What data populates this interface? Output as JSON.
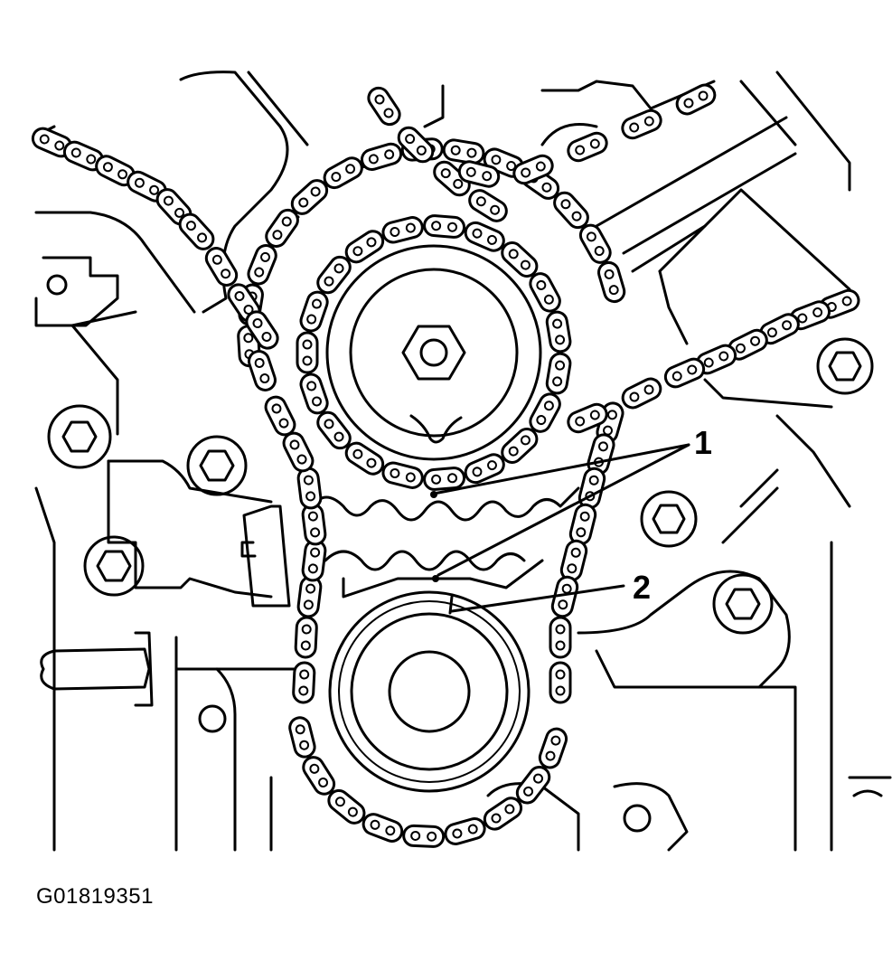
{
  "callouts": {
    "one": "1",
    "two": "2"
  },
  "figure_id": "G01819351",
  "colors": {
    "line": "#000000",
    "background": "#ffffff"
  }
}
